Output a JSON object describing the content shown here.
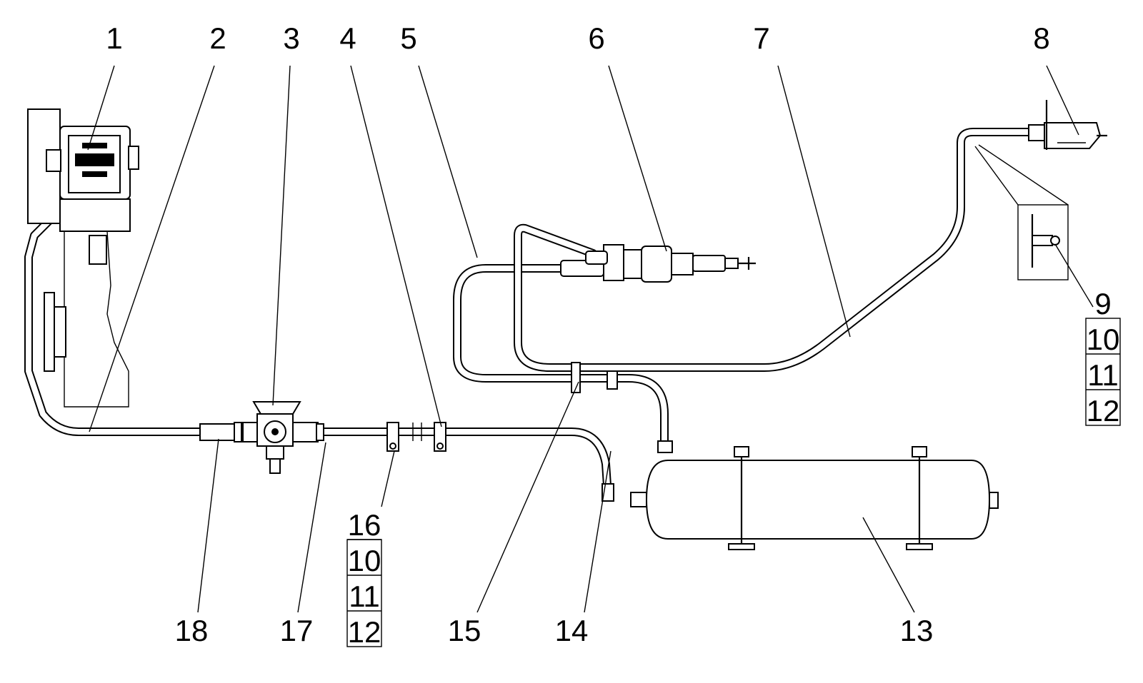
{
  "callouts": {
    "c1": "1",
    "c2": "2",
    "c3": "3",
    "c4": "4",
    "c5": "5",
    "c6": "6",
    "c7": "7",
    "c8": "8",
    "c9": "9",
    "c13": "13",
    "c14": "14",
    "c15": "15",
    "c17": "17",
    "c18": "18"
  },
  "stack_right": [
    "10",
    "11",
    "12"
  ],
  "stack_bottom": [
    "16",
    "10",
    "11",
    "12"
  ]
}
